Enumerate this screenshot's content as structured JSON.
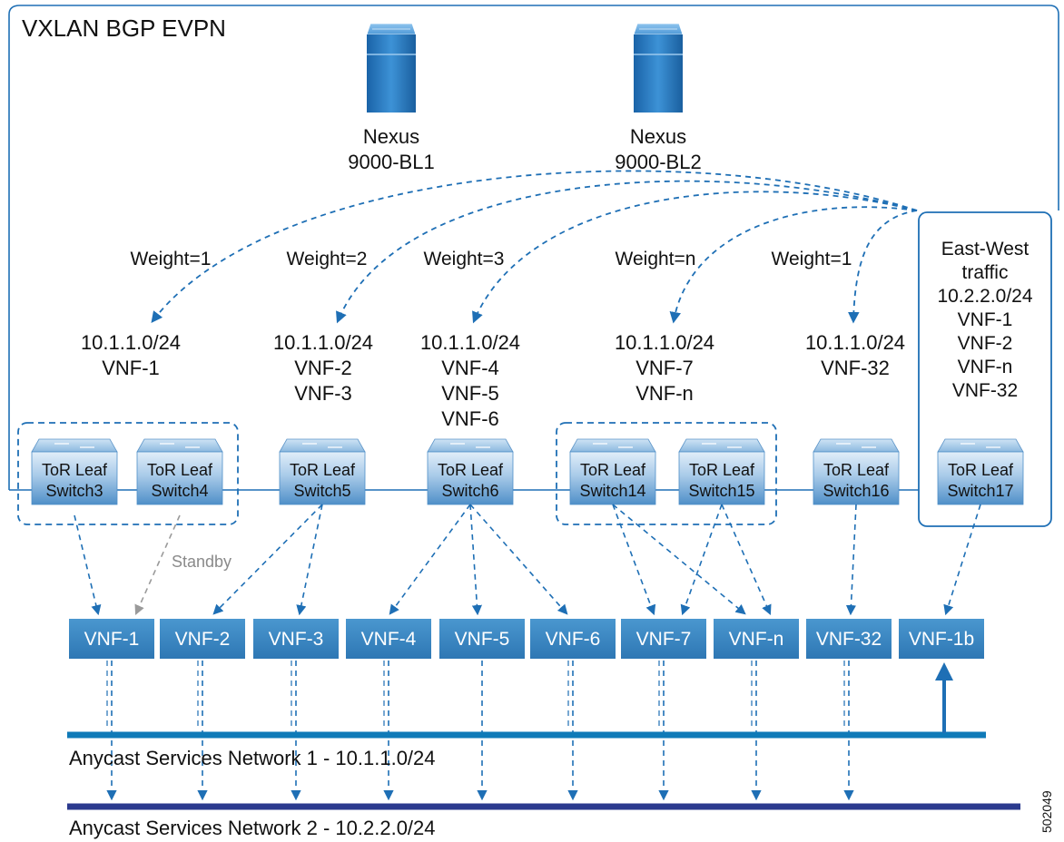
{
  "fabric_title": "VXLAN BGP EVPN",
  "border_leaves": [
    {
      "line1": "Nexus",
      "line2": "9000-BL1"
    },
    {
      "line1": "Nexus",
      "line2": "9000-BL2"
    }
  ],
  "weights": [
    "Weight=1",
    "Weight=2",
    "Weight=3",
    "Weight=n",
    "Weight=1"
  ],
  "subnet_groups": [
    [
      "10.1.1.0/24",
      "VNF-1"
    ],
    [
      "10.1.1.0/24",
      "VNF-2",
      "VNF-3"
    ],
    [
      "10.1.1.0/24",
      "VNF-4",
      "VNF-5",
      "VNF-6"
    ],
    [
      "10.1.1.0/24",
      "VNF-7",
      "VNF-n"
    ],
    [
      "10.1.1.0/24",
      "VNF-32"
    ]
  ],
  "east_west": [
    "East-West",
    "traffic",
    "10.2.2.0/24",
    "VNF-1",
    "VNF-2",
    "VNF-n",
    "VNF-32"
  ],
  "leaf_switches": [
    {
      "line1": "ToR Leaf",
      "line2": "Switch3"
    },
    {
      "line1": "ToR Leaf",
      "line2": "Switch4"
    },
    {
      "line1": "ToR Leaf",
      "line2": "Switch5"
    },
    {
      "line1": "ToR Leaf",
      "line2": "Switch6"
    },
    {
      "line1": "ToR Leaf",
      "line2": "Switch14"
    },
    {
      "line1": "ToR Leaf",
      "line2": "Switch15"
    },
    {
      "line1": "ToR Leaf",
      "line2": "Switch16"
    },
    {
      "line1": "ToR Leaf",
      "line2": "Switch17"
    }
  ],
  "standby_label": "Standby",
  "vnfs": [
    "VNF-1",
    "VNF-2",
    "VNF-3",
    "VNF-4",
    "VNF-5",
    "VNF-6",
    "VNF-7",
    "VNF-n",
    "VNF-32",
    "VNF-1b"
  ],
  "networks": [
    "Anycast Services Network 1 - 10.1.1.0/24",
    "Anycast Services Network 2 - 10.2.2.0/24"
  ],
  "figure_id": "502049",
  "colors": {
    "blue": "#1e6fb5",
    "dark_blue": "#2c3f8f",
    "net1": "#0f7ab8",
    "net2": "#2b3a8e",
    "vnf_fill": "#3f8bc5",
    "standby": "#9a9a9a"
  }
}
